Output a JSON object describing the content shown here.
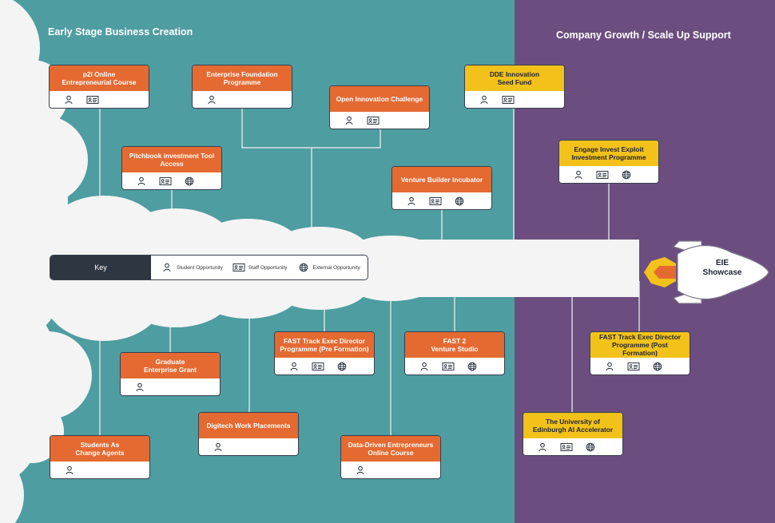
{
  "sections": {
    "left_title": "Early Stage Business Creation",
    "right_title": "Company Growth / Scale Up Support"
  },
  "key": {
    "label": "Key",
    "student": "Student Opportunity",
    "staff": "Staff Opportunity",
    "external": "External Opportunity"
  },
  "rocket": {
    "label_line1": "EIE",
    "label_line2": "Showcase"
  },
  "colors": {
    "left_bg": "#4e9da1",
    "right_bg": "#6b4e7f",
    "orange": "#e46a32",
    "yellow": "#f2c21b",
    "key_dark": "#2e3641"
  },
  "cards": [
    {
      "line1": "p2i Online",
      "line2": "Entrepreneurial Course",
      "color": "orange",
      "icons": [
        "person-icon",
        "id-card-icon"
      ]
    },
    {
      "line1": "Enterprise Foundation",
      "line2": "Programme",
      "color": "orange",
      "icons": [
        "person-icon"
      ]
    },
    {
      "line1": "Open Innovation Challenge",
      "line2": "",
      "color": "orange",
      "icons": [
        "person-icon",
        "id-card-icon"
      ]
    },
    {
      "line1": "DDE Innovation",
      "line2": "Seed Fund",
      "color": "yellow",
      "icons": [
        "person-icon",
        "id-card-icon"
      ]
    },
    {
      "line1": "Pitchbook investment Tool",
      "line2": "Access",
      "color": "orange",
      "icons": [
        "person-icon",
        "id-card-icon",
        "globe-icon"
      ]
    },
    {
      "line1": "Venture Builder Incubator",
      "line2": "",
      "color": "orange",
      "icons": [
        "person-icon",
        "id-card-icon",
        "globe-icon"
      ]
    },
    {
      "line1": "Engage Invest Exploit",
      "line2": "Investment Programme",
      "color": "yellow",
      "icons": [
        "person-icon",
        "id-card-icon",
        "globe-icon"
      ]
    },
    {
      "line1": "Graduate",
      "line2": "Enterprise Grant",
      "color": "orange",
      "icons": [
        "person-icon"
      ]
    },
    {
      "line1": "FAST Track Exec Director",
      "line2": "Programme (Pre Formation)",
      "color": "orange",
      "icons": [
        "person-icon",
        "id-card-icon",
        "globe-icon"
      ]
    },
    {
      "line1": "FAST 2",
      "line2": "Venture Studio",
      "color": "orange",
      "icons": [
        "person-icon",
        "id-card-icon",
        "globe-icon"
      ]
    },
    {
      "line1": "FAST Track Exec Director",
      "line2": "Programme (Post Formation)",
      "color": "yellow",
      "icons": [
        "person-icon",
        "id-card-icon",
        "globe-icon"
      ]
    },
    {
      "line1": "Digitech Work Placements",
      "line2": "",
      "color": "orange",
      "icons": [
        "person-icon"
      ]
    },
    {
      "line1": "Students As",
      "line2": "Change Agents",
      "color": "orange",
      "icons": [
        "person-icon"
      ]
    },
    {
      "line1": "Data-Driven Entrepreneurs",
      "line2": "Online Course",
      "color": "orange",
      "icons": [
        "person-icon"
      ]
    },
    {
      "line1": "The University of",
      "line2": "Edinburgh AI Accelerator",
      "color": "yellow",
      "icons": [
        "person-icon",
        "id-card-icon",
        "globe-icon"
      ]
    }
  ]
}
